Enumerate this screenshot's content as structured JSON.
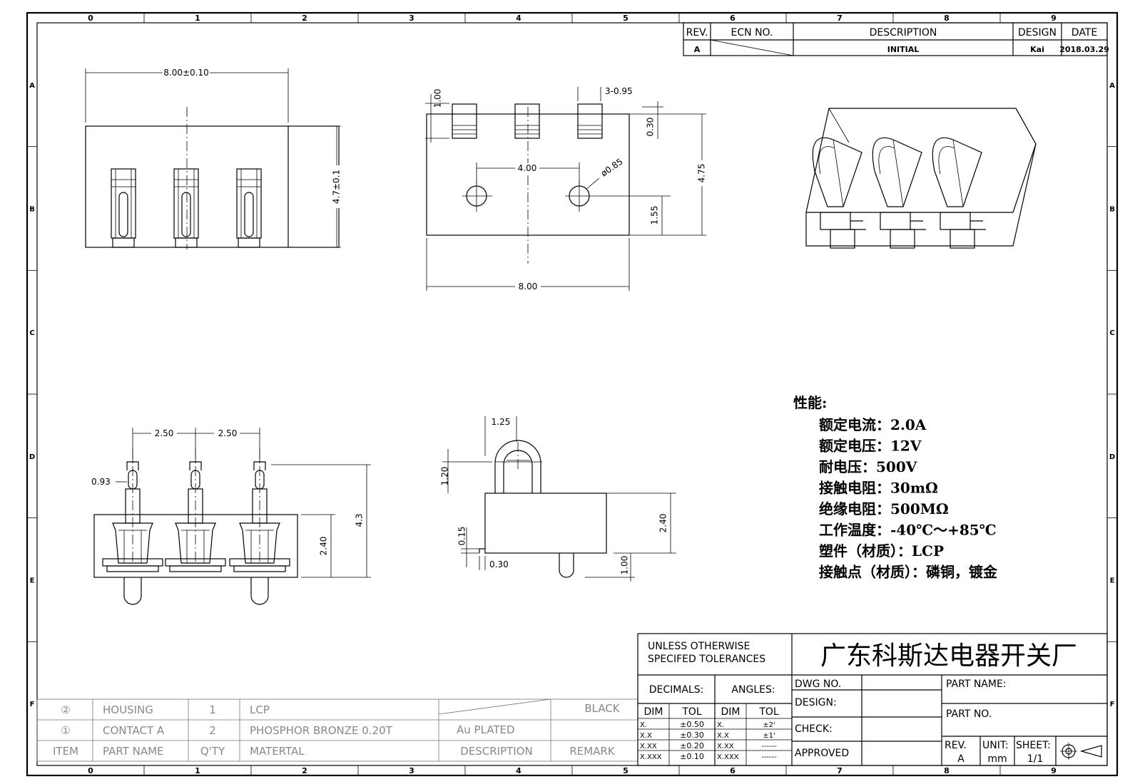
{
  "drawing": {
    "zone_columns": [
      "0",
      "1",
      "2",
      "3",
      "4",
      "5",
      "6",
      "7",
      "8",
      "9"
    ],
    "zone_rows": [
      "A",
      "B",
      "C",
      "D",
      "E",
      "F"
    ]
  },
  "revision_block": {
    "headers": {
      "rev": "REV.",
      "ecn": "ECN NO.",
      "description": "DESCRIPTION",
      "design": "DESIGN",
      "date": "DATE"
    },
    "row": {
      "rev": "A",
      "description": "INITIAL",
      "design": "Kai",
      "date": "2018.03.29"
    }
  },
  "dimensions": {
    "top_left_width": "8.00±0.10",
    "top_left_height": "4.7±0.1",
    "pitch_top": "3-0.95",
    "pin_length": "1.00",
    "gap": "0.30",
    "hole_spacing": "4.00",
    "hole_dia": "ø0.85",
    "body_height": "4.75",
    "hole_offset": "1.55",
    "body_width": "8.00",
    "pitch_a": "2.50",
    "pitch_b": "2.50",
    "contact_width": "0.93",
    "housing_height": "2.40",
    "total_height": "4.3",
    "spring_width": "1.25",
    "spring_height": "1.20",
    "side_height": "2.40",
    "peg_length": "1.00",
    "tail_thickness": "0.15",
    "tail_length": "0.30"
  },
  "specs": {
    "title": "性能:",
    "lines": [
      "额定电流：2.0A",
      "额定电压：12V",
      "耐电压：500V",
      "接触电阻：30mΩ",
      "绝缘电阻：500MΩ",
      "工作温度：-40℃～+85℃",
      "塑件（材质）：LCP",
      "接触点（材质）：磷铜，镀金"
    ]
  },
  "bom": {
    "rows": [
      {
        "item": "②",
        "name": "HOUSING",
        "qty": "1",
        "material": "LCP",
        "description": "",
        "remark": "BLACK"
      },
      {
        "item": "①",
        "name": "CONTACT A",
        "qty": "2",
        "material": "PHOSPHOR BRONZE 0.20T",
        "description": "Au PLATED",
        "remark": ""
      }
    ],
    "header": {
      "item": "ITEM",
      "name": "PART NAME",
      "qty": "Q'TY",
      "material": "MATERTAL",
      "description": "DESCRIPTION",
      "remark": "REMARK"
    }
  },
  "title_block": {
    "tolerance_note_1": "UNLESS OTHERWISE",
    "tolerance_note_2": "SPECIFED TOLERANCES",
    "company": "广东科斯达电器开关厂",
    "decimals": "DECIMALS:",
    "angles": "ANGLES:",
    "dim": "DIM",
    "tol": "TOL",
    "decimal_rows": [
      {
        "dim": "X.",
        "tol": "±0.50"
      },
      {
        "dim": "X.X",
        "tol": "±0.30"
      },
      {
        "dim": "X.XX",
        "tol": "±0.20"
      },
      {
        "dim": "X.XXX",
        "tol": "±0.10"
      }
    ],
    "angle_rows": [
      {
        "dim": "X.",
        "tol": "±2'"
      },
      {
        "dim": "X.X",
        "tol": "±1'"
      },
      {
        "dim": "X.XX",
        "tol": "------"
      },
      {
        "dim": "X.XXX",
        "tol": "------"
      }
    ],
    "dwg_no": "DWG NO.",
    "design": "DESIGN:",
    "check": "CHECK:",
    "approved": "APPROVED",
    "part_name": "PART NAME:",
    "part_no": "PART NO.",
    "rev_label": "REV.",
    "rev_value": "A",
    "unit_label": "UNIT:",
    "unit_value": "mm",
    "sheet_label": "SHEET:",
    "sheet_value": "1/1"
  }
}
